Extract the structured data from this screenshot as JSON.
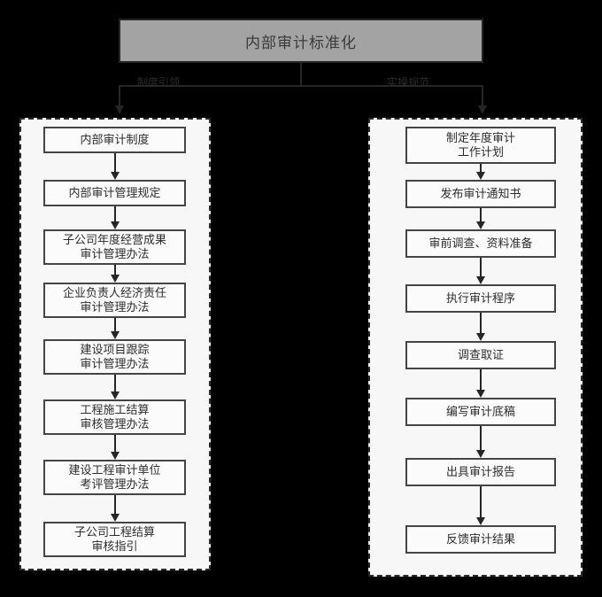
{
  "diagram": {
    "title": "内部审计标准化",
    "branches": {
      "left_label": "制度引领",
      "right_label": "实操规范"
    },
    "colors": {
      "title_fill": "#a3a3a3",
      "title_stroke": "#262626",
      "panel_fill": "#f7f7f7",
      "panel_stroke": "#2a2a2a",
      "box_fill": "#fbfbfb",
      "box_stroke": "#454545",
      "connector": "#262626",
      "background": "#000000"
    },
    "left_column": {
      "steps": [
        {
          "line1": "内部审计制度",
          "line2": ""
        },
        {
          "line1": "内部审计管理规定",
          "line2": ""
        },
        {
          "line1": "子公司年度经营成果",
          "line2": "审计管理办法"
        },
        {
          "line1": "企业负责人经济责任",
          "line2": "审计管理办法"
        },
        {
          "line1": "建设项目跟踪",
          "line2": "审计管理办法"
        },
        {
          "line1": "工程施工结算",
          "line2": "审核管理办法"
        },
        {
          "line1": "建设工程审计单位",
          "line2": "考评管理办法"
        },
        {
          "line1": "子公司工程结算",
          "line2": "审核指引"
        }
      ]
    },
    "right_column": {
      "steps": [
        {
          "line1": "制定年度审计",
          "line2": "工作计划"
        },
        {
          "line1": "发布审计通知书",
          "line2": ""
        },
        {
          "line1": "审前调查、资料准备",
          "line2": ""
        },
        {
          "line1": "执行审计程序",
          "line2": ""
        },
        {
          "line1": "调查取证",
          "line2": ""
        },
        {
          "line1": "编写审计底稿",
          "line2": ""
        },
        {
          "line1": "出具审计报告",
          "line2": ""
        },
        {
          "line1": "反馈审计结果",
          "line2": ""
        }
      ]
    }
  }
}
